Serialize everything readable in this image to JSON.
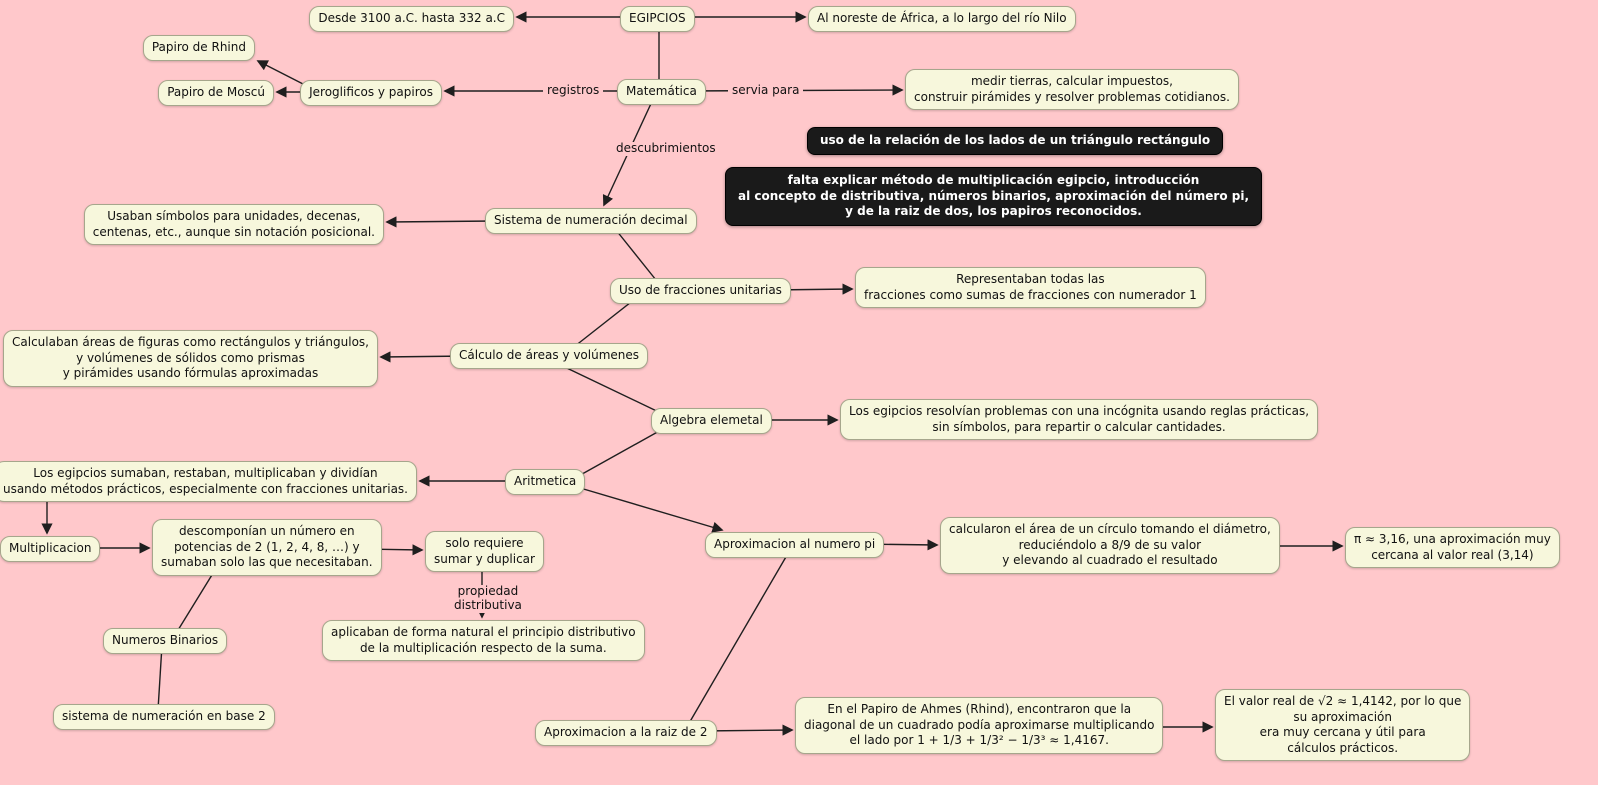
{
  "colors": {
    "background": "#ffc8cb",
    "node_fill": "#f7f7dc",
    "node_border": "#a6a68c",
    "note_fill": "#1a1a1a",
    "note_text": "#ffffff",
    "connector": "#1f1f1f"
  },
  "nodes": {
    "egipcios": {
      "label": "EGIPCIOS"
    },
    "fechas": {
      "label": "Desde 3100 a.C. hasta 332 a.C"
    },
    "nilo": {
      "label": "Al noreste de África, a lo largo del río Nilo"
    },
    "papiro_rhind": {
      "label": "Papiro de Rhind"
    },
    "papiro_moscu": {
      "label": "Papiro de Moscú"
    },
    "jeroglificos": {
      "label": "Jeroglificos y papiros"
    },
    "matematica": {
      "label": "Matemática"
    },
    "medir_tierras": {
      "label": "medir tierras, calcular impuestos,\nconstruir pirámides y resolver problemas cotidianos."
    },
    "nota_triangulo": {
      "label": "uso de la relación de los lados de un triángulo rectángulo"
    },
    "nota_faltante": {
      "label": "falta explicar método de multiplicación egipcio, introducción\nal concepto de distributiva, números binarios, aproximación del número pi,\ny de la raiz de dos, los papiros reconocidos."
    },
    "usaban_simbolos": {
      "label": "Usaban símbolos para unidades, decenas,\ncentenas, etc., aunque sin notación posicional."
    },
    "sistema_decimal": {
      "label": "Sistema de numeración decimal"
    },
    "fracciones_unitarias": {
      "label": "Uso de fracciones unitarias"
    },
    "representaban": {
      "label": "Representaban todas las\nfracciones como sumas de fracciones con numerador 1"
    },
    "calculaban_areas": {
      "label": "Calculaban áreas de figuras como rectángulos y triángulos,\ny volúmenes de sólidos como prismas\ny pirámides usando fórmulas aproximadas"
    },
    "calculo_areas": {
      "label": "Cálculo de áreas y volúmenes"
    },
    "algebra": {
      "label": "Algebra elemetal"
    },
    "resolvian": {
      "label": "Los egipcios resolvían problemas con una incógnita usando reglas prácticas,\nsin símbolos, para repartir o calcular cantidades."
    },
    "sumaban": {
      "label": "Los egipcios sumaban, restaban, multiplicaban y dividían\nusando métodos prácticos, especialmente con fracciones unitarias."
    },
    "aritmetica": {
      "label": "Aritmetica"
    },
    "multiplicacion": {
      "label": "Multiplicacion"
    },
    "descomponian": {
      "label": "descomponían un número en\npotencias de 2 (1, 2, 4, 8, …) y\nsumaban solo las que necesitaban."
    },
    "solo_requiere": {
      "label": "solo requiere\nsumar y duplicar"
    },
    "aprox_pi": {
      "label": "Aproximacion al numero pi"
    },
    "calcularon_circulo": {
      "label": "calcularon el área de un círculo tomando el diámetro,\nreduciéndolo a 8/9 de su valor\ny elevando al cuadrado el resultado"
    },
    "pi_316": {
      "label": "π ≈ 3,16, una aproximación muy\ncercana al valor real (3,14)"
    },
    "aplicaban_distributiva": {
      "label": "aplicaban de forma natural el principio distributivo\nde la multiplicación respecto de la suma."
    },
    "numeros_binarios": {
      "label": "Numeros Binarios"
    },
    "base_2": {
      "label": "sistema de numeración en base 2"
    },
    "aprox_raiz2": {
      "label": "Aproximacion a la raiz de 2"
    },
    "papiro_ahmes": {
      "label": "En el Papiro de Ahmes (Rhind), encontraron que la\ndiagonal de un cuadrado podía aproximarse multiplicando\nel lado por 1 + 1/3 + 1/3² − 1/3³ ≈ 1,4167."
    },
    "valor_real": {
      "label": "El valor real de √2 ≈ 1,4142, por lo que\nsu aproximación\nera muy cercana y útil para\ncálculos prácticos."
    }
  },
  "edge_labels": {
    "registros": {
      "label": "registros"
    },
    "servia_para": {
      "label": "servia para"
    },
    "descubrimientos": {
      "label": "descubrimientos"
    },
    "propiedad_distributiva": {
      "label": "propiedad\ndistributiva"
    }
  }
}
